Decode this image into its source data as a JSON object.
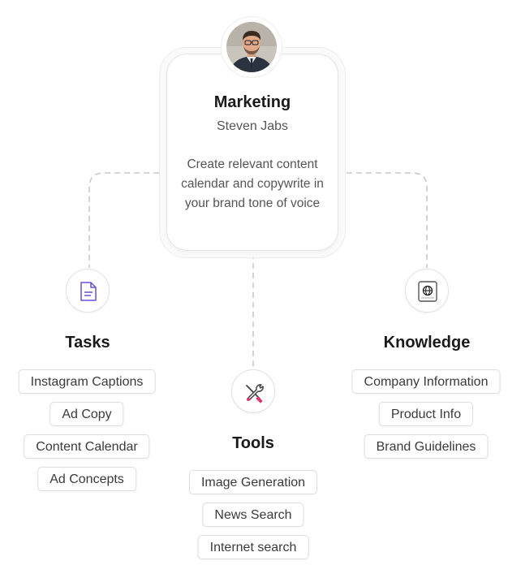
{
  "card": {
    "title": "Marketing",
    "subtitle": "Steven Jabs",
    "description": "Create relevant content calendar and copywrite in your brand tone of voice",
    "avatar_icon": "person-avatar"
  },
  "sections": {
    "tasks": {
      "title": "Tasks",
      "icon": "document-icon",
      "items": [
        "Instagram Captions",
        "Ad Copy",
        "Content Calendar",
        "Ad Concepts"
      ]
    },
    "tools": {
      "title": "Tools",
      "icon": "tools-icon",
      "items": [
        "Image Generation",
        "News Search",
        "Internet search"
      ]
    },
    "knowledge": {
      "title": "Knowledge",
      "icon": "globe-icon",
      "items": [
        "Company Information",
        "Product Info",
        "Brand Guidelines"
      ]
    }
  },
  "colors": {
    "connector": "#c8c8c8",
    "document_accent": "#6a4fd8",
    "tools_accent": "#e0336e",
    "globe_accent": "#3a3a3a"
  }
}
